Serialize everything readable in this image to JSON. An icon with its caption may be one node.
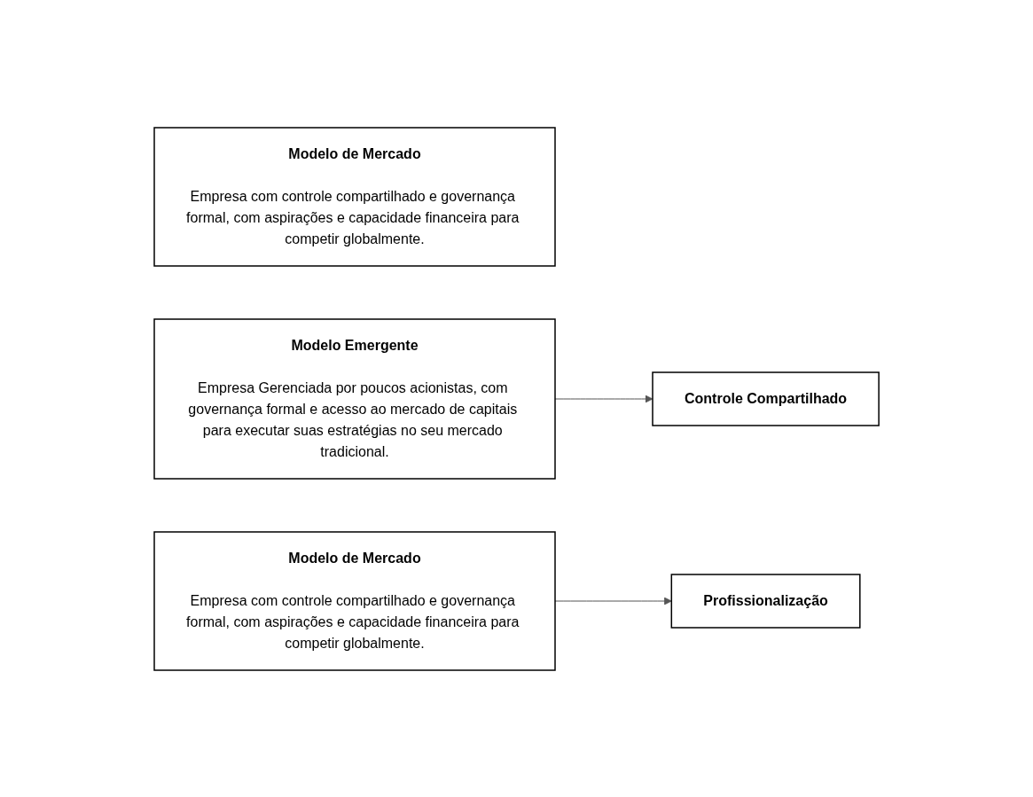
{
  "diagram": {
    "nodes": [
      {
        "text": [
          "Modelo de Mercado",
          "Empresa com controle compartilhado e governança formal, com aspirações e capacidade financeira para competir globalmente."
        ]
      },
      {
        "text": [
          "Modelo Emergente",
          "Empresa Gerenciada por poucos acionistas, com governança formal e acesso ao mercado de capitais para executar suas estratégias no seu mercado tradicional."
        ]
      },
      {
        "text": [
          "Controle Compartilhado"
        ]
      },
      {
        "text": [
          "Modelo de Mercado",
          "Empresa com controle compartilhado e governança formal, com aspirações e capacidade financeira para competir globalmente."
        ]
      },
      {
        "text": [
          "Profissionalização"
        ]
      }
    ],
    "edges": [
      {
        "from": 1,
        "to": 2,
        "arrow": "to"
      },
      {
        "from": 3,
        "to": 4,
        "arrow": "to"
      }
    ]
  }
}
